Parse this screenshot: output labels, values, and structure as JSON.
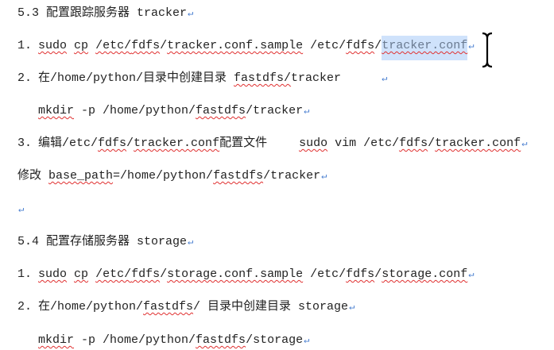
{
  "section_53": {
    "title": "5.3 配置跟踪服务器 tracker"
  },
  "t1": {
    "num": "1.",
    "a": "sudo",
    "b": "cp",
    "c": "/etc/",
    "d": "fdfs",
    "e": "/",
    "f": "tracker.conf.sample",
    "g": " /etc/",
    "h": "fdfs",
    "i": "/",
    "j": "tracker.conf"
  },
  "t2": {
    "num": "2.",
    "a": "在/home/python/目录中创建目录 ",
    "b": "fastdfs/",
    "c": "tracker"
  },
  "t2b": {
    "a": "mkdir",
    "b": " -p /home/python/",
    "c": "fastdfs",
    "d": "/tracker"
  },
  "t3": {
    "num": "3.",
    "a": "编辑/etc/",
    "b": "fdfs",
    "c": "/",
    "d": "tracker.conf",
    "e": "配置文件",
    "f": "sudo",
    "g": " vim /etc/",
    "h": "fdfs",
    "i": "/",
    "j": "tracker.conf"
  },
  "t4": {
    "a": "修改 ",
    "b": "base_path",
    "c": "=/home/python/",
    "d": "fastdfs",
    "e": "/tracker"
  },
  "section_54": {
    "title": "5.4 配置存储服务器 storage"
  },
  "s1": {
    "num": "1.",
    "a": "sudo",
    "b": "cp",
    "c": "/etc/",
    "d": "fdfs",
    "e": "/",
    "f": "storage.conf.sample",
    "g": " /etc/",
    "h": "fdfs",
    "i": "/",
    "j": "storage.conf"
  },
  "s2": {
    "num": "2.",
    "a": "在/home/python/",
    "b": "fastdfs",
    "c": "/ 目录中创建目录 storage"
  },
  "s2b": {
    "a": "mkdir",
    "b": " -p /home/python/",
    "c": "fastdfs",
    "d": "/storage"
  },
  "pilcrow": "↵"
}
